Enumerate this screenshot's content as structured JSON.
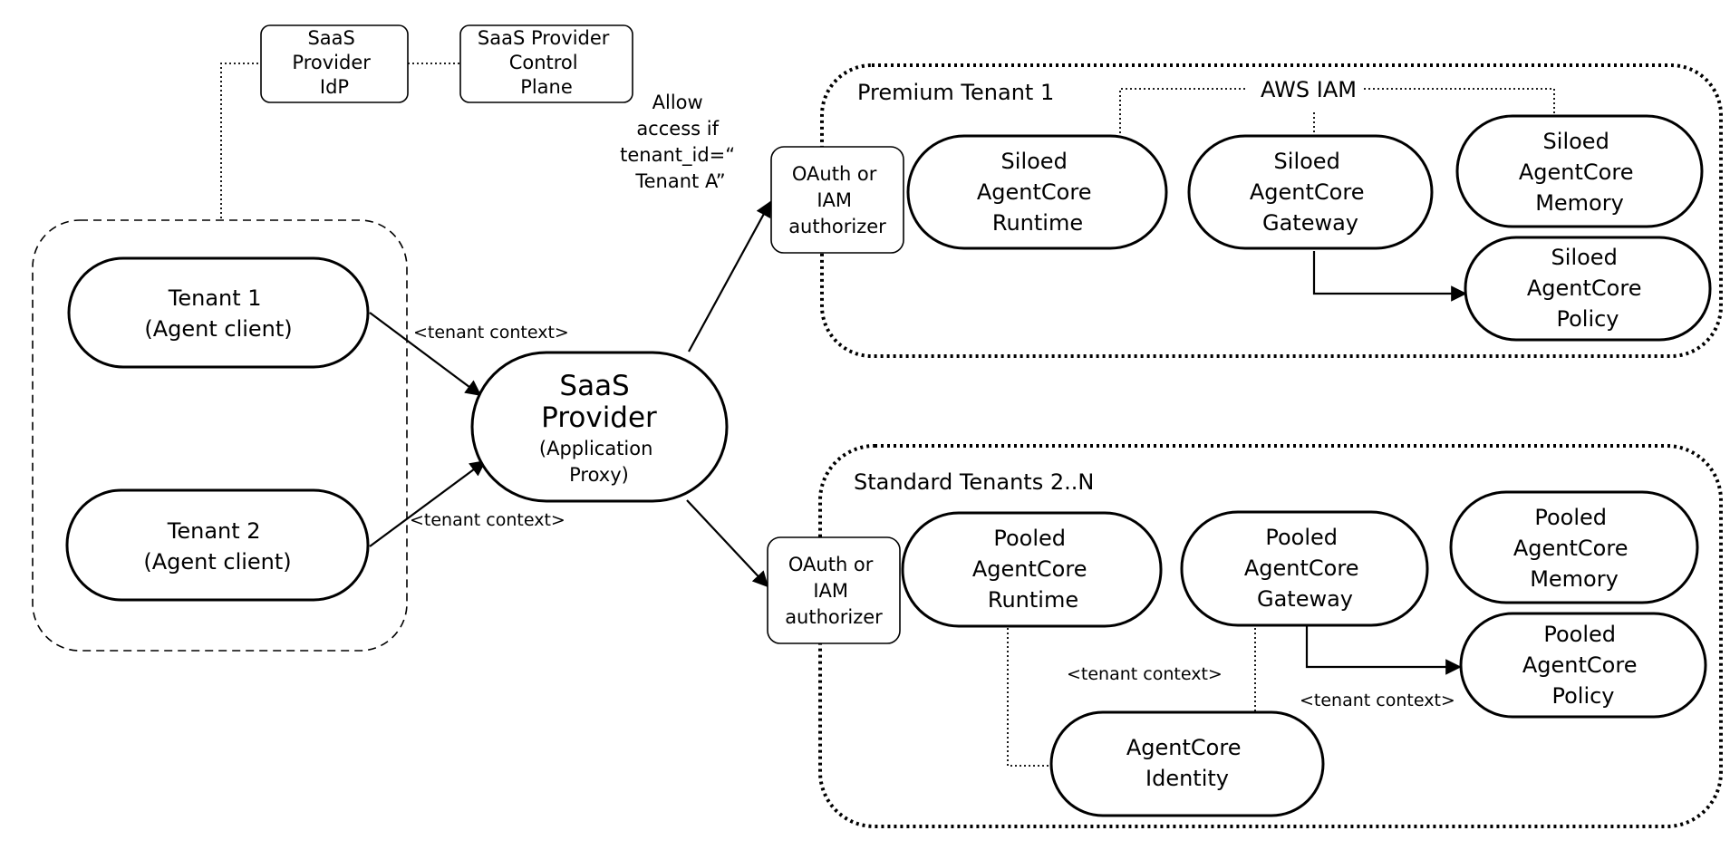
{
  "groups": {
    "clients": "",
    "premium": "Premium Tenant 1",
    "standard": "Standard Tenants 2..N"
  },
  "nodes": {
    "saas_idp": [
      "SaaS",
      "Provider",
      "IdP"
    ],
    "control_plane": [
      "SaaS Provider",
      "Control",
      "Plane"
    ],
    "tenant1": [
      "Tenant 1",
      "(Agent client)"
    ],
    "tenant2": [
      "Tenant 2",
      "(Agent client)"
    ],
    "saas_provider_title": [
      "SaaS",
      "Provider"
    ],
    "saas_provider_sub": [
      "(Application",
      "Proxy)"
    ],
    "auth_premium": [
      "OAuth or",
      "IAM",
      "authorizer"
    ],
    "auth_standard": [
      "OAuth or",
      "IAM",
      "authorizer"
    ],
    "siloed_runtime": [
      "Siloed",
      "AgentCore",
      "Runtime"
    ],
    "siloed_gateway": [
      "Siloed",
      "AgentCore",
      "Gateway"
    ],
    "siloed_memory": [
      "Siloed",
      "AgentCore",
      "Memory"
    ],
    "siloed_policy": [
      "Siloed",
      "AgentCore",
      "Policy"
    ],
    "pooled_runtime": [
      "Pooled",
      "AgentCore",
      "Runtime"
    ],
    "pooled_gateway": [
      "Pooled",
      "AgentCore",
      "Gateway"
    ],
    "pooled_memory": [
      "Pooled",
      "AgentCore",
      "Memory"
    ],
    "pooled_policy": [
      "Pooled",
      "AgentCore",
      "Policy"
    ],
    "identity": [
      "AgentCore",
      "Identity"
    ]
  },
  "labels": {
    "aws_iam": "AWS IAM",
    "allow_access": [
      "Allow",
      "access if",
      "tenant_id=“",
      "Tenant A”"
    ],
    "tenant_context_1": "<tenant context>",
    "tenant_context_2": "<tenant context>",
    "tenant_context_3": "<tenant context>",
    "tenant_context_4": "<tenant context>"
  }
}
